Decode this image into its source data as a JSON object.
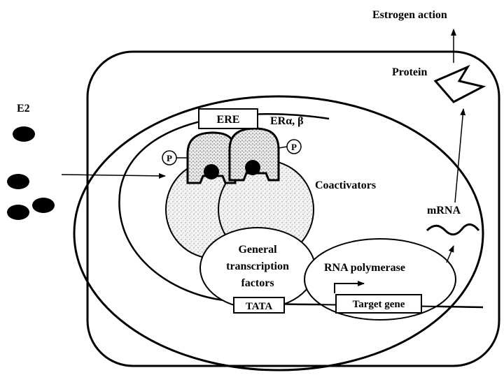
{
  "labels": {
    "estrogen_action": "Estrogen action",
    "protein": "Protein",
    "e2": "E2",
    "ere": "ERE",
    "er_alpha_beta": "ERα, β",
    "phospho_left": "P",
    "phospho_right": "P",
    "coactivators": "Coactivators",
    "mrna": "mRNA",
    "general_tf_line1": "General",
    "general_tf_line2": "transcription",
    "general_tf_line3": "factors",
    "rna_polymerase": "RNA polymerase",
    "tata": "TATA",
    "target_gene": "Target gene"
  },
  "colors": {
    "ink": "#000000",
    "stipple": "#9a9a9a",
    "background": "#ffffff"
  }
}
